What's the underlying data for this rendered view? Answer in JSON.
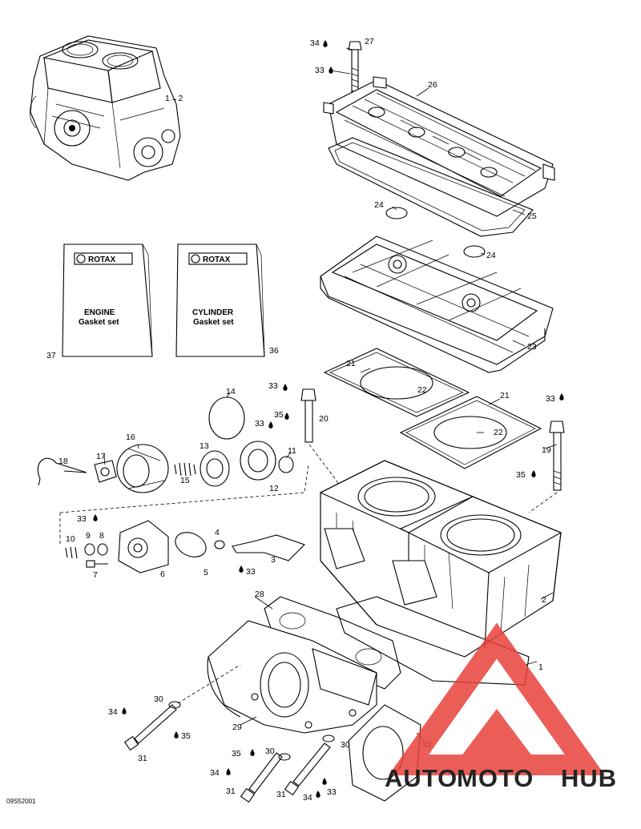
{
  "ref_code": "09S52001",
  "gasket_sets": {
    "engine": {
      "brand": "ROTAX",
      "name": "ENGINE",
      "sub": "Gasket set",
      "ref": "37"
    },
    "cylinder": {
      "brand": "ROTAX",
      "name": "CYLINDER",
      "sub": "Gasket set",
      "ref": "36"
    }
  },
  "engine_note": "1→2",
  "callouts": [
    "1",
    "2",
    "3",
    "4",
    "5",
    "6",
    "7",
    "8",
    "9",
    "10",
    "11",
    "12",
    "13",
    "14",
    "15",
    "16",
    "17",
    "18",
    "19",
    "20",
    "21",
    "22",
    "23",
    "24",
    "25",
    "26",
    "27",
    "28",
    "29",
    "30",
    "31",
    "32",
    "33",
    "34",
    "35"
  ],
  "watermark": {
    "part1": "AUTO",
    "part2": "MOTO",
    "part3": "HUB",
    "color_red": "#E8423B",
    "color_orange": "#F29A2E",
    "color_dark": "#2B2B2B"
  }
}
